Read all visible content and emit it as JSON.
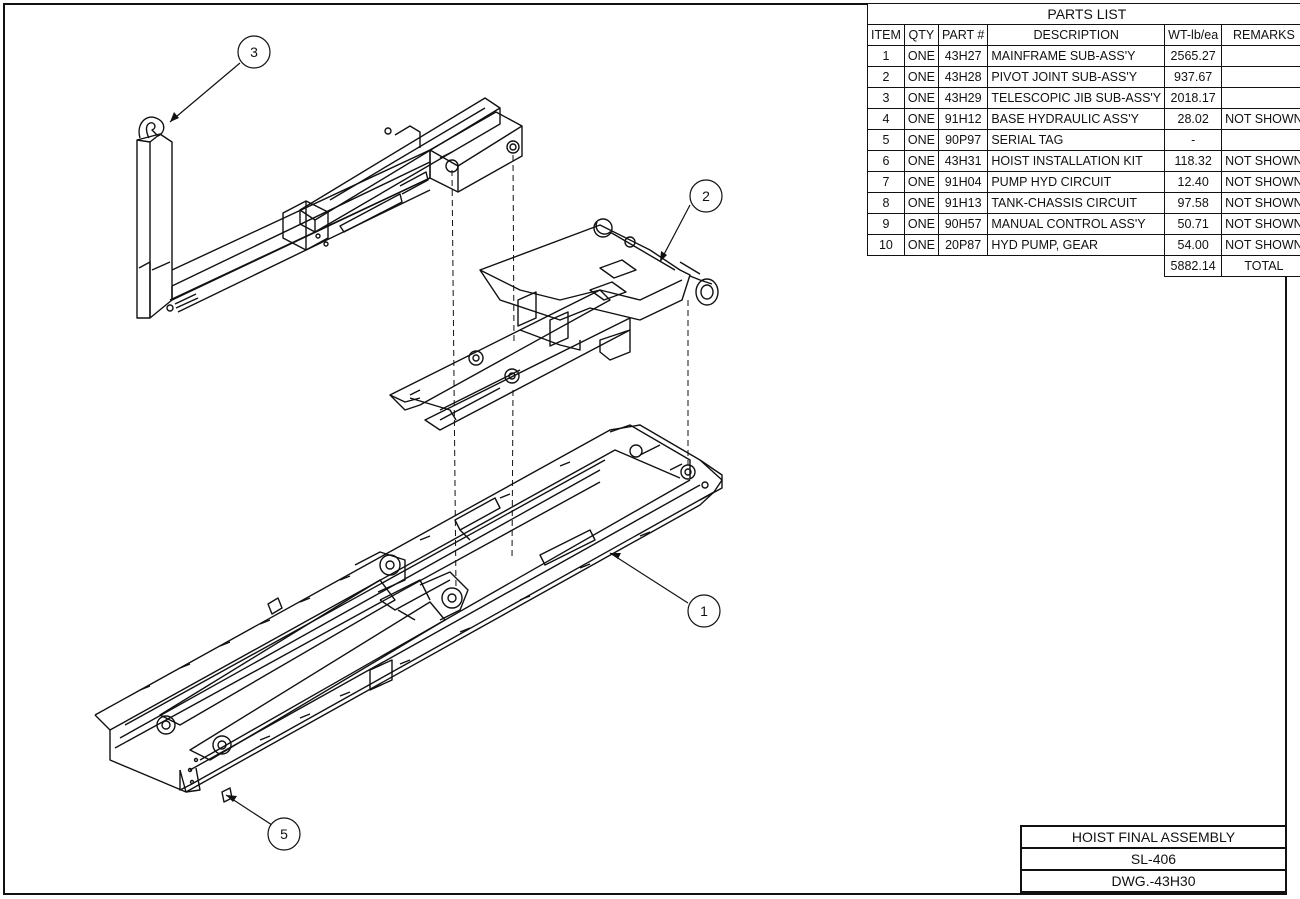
{
  "parts_list": {
    "title": "PARTS LIST",
    "headers": [
      "ITEM",
      "QTY",
      "PART #",
      "DESCRIPTION",
      "WT-lb/ea",
      "REMARKS"
    ],
    "rows": [
      [
        "1",
        "ONE",
        "43H27",
        "MAINFRAME SUB-ASS'Y",
        "2565.27",
        ""
      ],
      [
        "2",
        "ONE",
        "43H28",
        "PIVOT JOINT SUB-ASS'Y",
        "937.67",
        ""
      ],
      [
        "3",
        "ONE",
        "43H29",
        "TELESCOPIC JIB SUB-ASS'Y",
        "2018.17",
        ""
      ],
      [
        "4",
        "ONE",
        "91H12",
        "BASE HYDRAULIC ASS'Y",
        "28.02",
        "NOT SHOWN"
      ],
      [
        "5",
        "ONE",
        "90P97",
        "SERIAL TAG",
        "-",
        ""
      ],
      [
        "6",
        "ONE",
        "43H31",
        "HOIST INSTALLATION KIT",
        "118.32",
        "NOT SHOWN"
      ],
      [
        "7",
        "ONE",
        "91H04",
        "PUMP HYD CIRCUIT",
        "12.40",
        "NOT SHOWN"
      ],
      [
        "8",
        "ONE",
        "91H13",
        "TANK-CHASSIS CIRCUIT",
        "97.58",
        "NOT SHOWN"
      ],
      [
        "9",
        "ONE",
        "90H57",
        "MANUAL CONTROL ASS'Y",
        "50.71",
        "NOT SHOWN"
      ],
      [
        "10",
        "ONE",
        "20P87",
        "HYD PUMP, GEAR",
        "54.00",
        "NOT SHOWN"
      ]
    ],
    "total_weight": "5882.14",
    "total_label": "TOTAL"
  },
  "title_block": {
    "name": "HOIST FINAL ASSEMBLY",
    "model": "SL-406",
    "drawing_number": "DWG.-43H30"
  },
  "balloons": [
    {
      "id": "balloon-3",
      "label": "3"
    },
    {
      "id": "balloon-2",
      "label": "2"
    },
    {
      "id": "balloon-1",
      "label": "1"
    },
    {
      "id": "balloon-5",
      "label": "5"
    }
  ]
}
